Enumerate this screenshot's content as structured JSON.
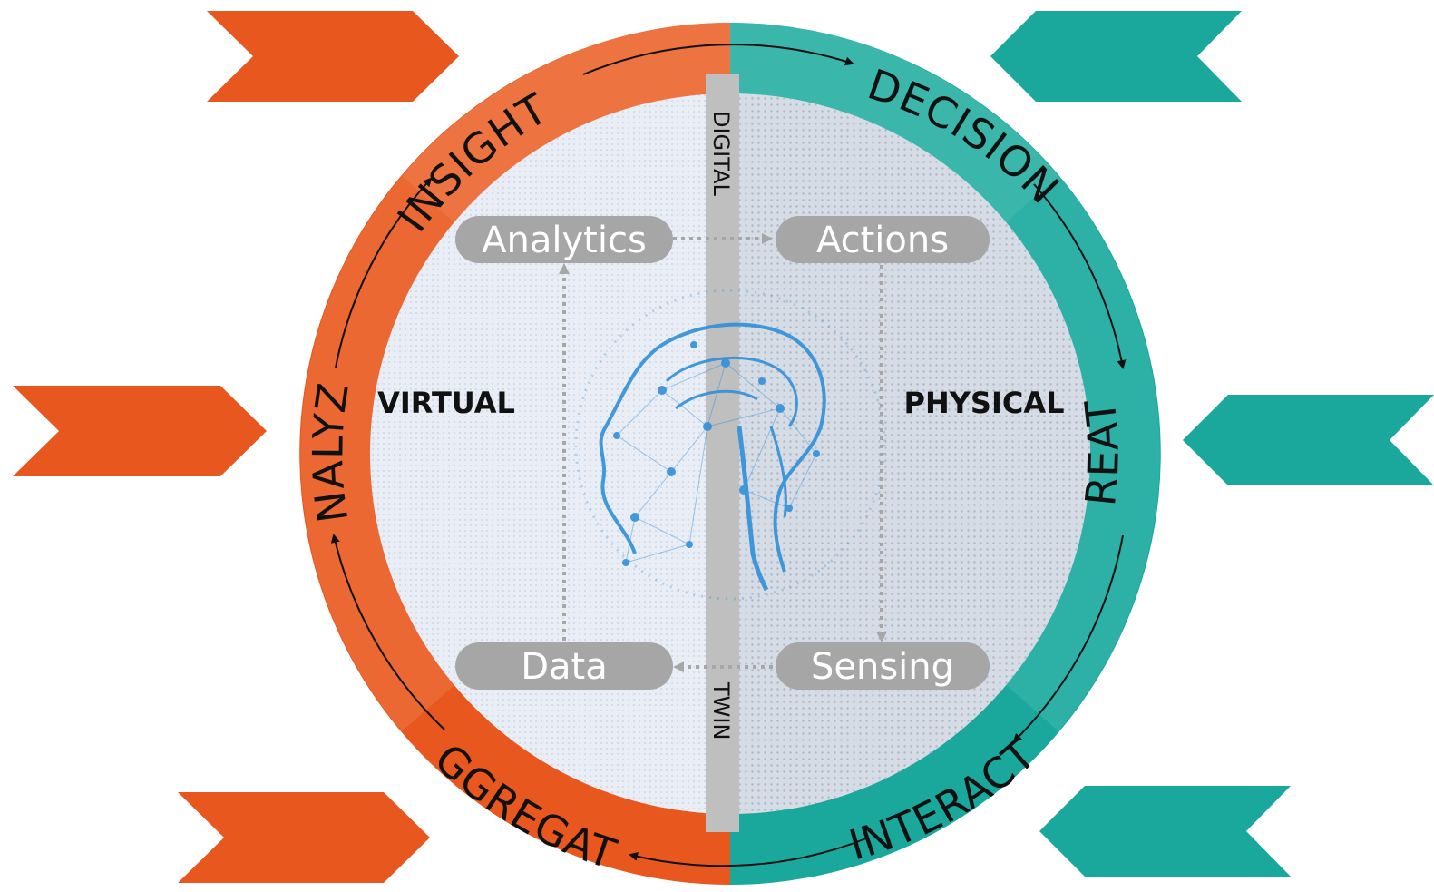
{
  "colors": {
    "orange": "#E8571E",
    "orange_light": "#F08A5D",
    "teal": "#1AA89C",
    "teal_light": "#5BC3B8",
    "pill": "#A6A6A6",
    "bar": "#BFBFBF",
    "virtual_bg": "#E9EDF5",
    "physical_bg": "#D6DCE5",
    "brain": "#2F8FD8"
  },
  "cycle": {
    "insight": "INSIGHT",
    "decision": "DECISION",
    "create": "CREATE",
    "interact": "INTERACT",
    "aggregate": "AGGREGATE",
    "analyze": "ANALYZE"
  },
  "center": {
    "digital": "DIGITAL",
    "twin": "TWIN",
    "virtual": "VIRTUAL",
    "physical": "PHYSICAL"
  },
  "nodes": {
    "analytics": "Analytics",
    "actions": "Actions",
    "data": "Data",
    "sensing": "Sensing"
  },
  "icons": {
    "brain": "brain-network-icon",
    "chevrons_left": "chevron-right-icon",
    "chevrons_right": "chevron-left-icon"
  }
}
